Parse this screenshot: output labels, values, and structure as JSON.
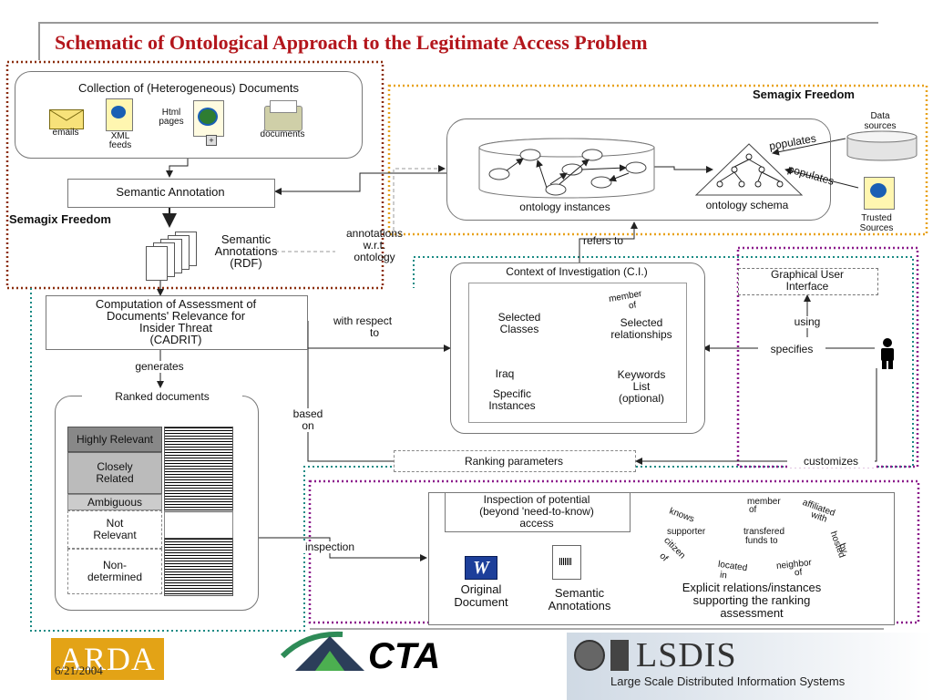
{
  "title": "Schematic of Ontological Approach to the Legitimate Access Problem",
  "semagix_label_top": "Semagix Freedom",
  "semagix_label_left": "Semagix Freedom",
  "documents": {
    "heading": "Collection of (Heterogeneous) Documents",
    "emails": "emails",
    "xml_line1": "XML",
    "xml_line2": "feeds",
    "html_line1": "Html",
    "html_line2": "pages",
    "docs": "documents"
  },
  "semantic_annotation": "Semantic Annotation",
  "sem_annotations": [
    "Semantic",
    "Annotations",
    "(RDF)"
  ],
  "annotations_wrt": [
    "annotations",
    "w.r.t.",
    "ontology"
  ],
  "ontology": {
    "instances": "ontology instances",
    "schema": "ontology schema",
    "data_sources": [
      "Data",
      "sources"
    ],
    "trusted_sources": [
      "Trusted",
      "Sources"
    ],
    "populates1": "populates",
    "populates2": "populates"
  },
  "refers_to": "refers to",
  "cadrit": [
    "Computation of Assessment of",
    "Documents' Relevance for",
    "Insider Threat",
    "(CADRIT)"
  ],
  "with_respect_to": [
    "with respect",
    "to"
  ],
  "generates": "generates",
  "based_on": [
    "based",
    "on"
  ],
  "ranked": {
    "heading": "Ranked documents",
    "items": [
      "Highly Relevant",
      "Closely Related",
      "Ambiguous",
      "Not Relevant",
      "Non-determined"
    ]
  },
  "ci": {
    "heading": "Context of Investigation (C.I.)",
    "selected_classes": [
      "Selected",
      "Classes"
    ],
    "member_of": [
      "member",
      "of"
    ],
    "selected_relationships": [
      "Selected",
      "relationships"
    ],
    "iraq": "Iraq",
    "specific_instances": [
      "Specific",
      "Instances"
    ],
    "keywords": [
      "Keywords",
      "List",
      "(optional)"
    ]
  },
  "gui": [
    "Graphical User",
    "Interface"
  ],
  "using": "using",
  "specifies": "specifies",
  "ranking_parameters": "Ranking parameters",
  "customizes": "customizes",
  "inspection": "inspection",
  "inspection_box": [
    "Inspection of potential",
    "(beyond 'need-to-know)",
    "access"
  ],
  "original_document": [
    "Original",
    "Document"
  ],
  "semantic_annotations2": [
    "Semantic",
    "Annotations"
  ],
  "relations": {
    "knows": "knows",
    "member_of": [
      "member",
      "of"
    ],
    "affiliated_with": [
      "affiliated",
      "with"
    ],
    "supporter": "supporter",
    "transfered": [
      "transfered",
      "funds to"
    ],
    "hosted_by": [
      "hosted",
      "by"
    ],
    "citizen_of": [
      "citizen",
      "of"
    ],
    "located_in": [
      "located",
      "in"
    ],
    "neighbor_of": [
      "neighbor",
      "of"
    ]
  },
  "explicit": [
    "Explicit relations/instances",
    "supporting the ranking",
    "assessment"
  ],
  "footer": {
    "arda": "ARDA",
    "date": "6/21/2004",
    "cta": "CTA",
    "lsdis": "LSDIS",
    "lsdis_sub": "Large Scale Distributed Information Systems"
  },
  "colors": {
    "title": "#b3161c",
    "brown_dotted": "#8b2e0e",
    "orange_dotted": "#e8a21a",
    "teal_dotted": "#1a8a84",
    "purple_dotted": "#8b1a8b"
  }
}
